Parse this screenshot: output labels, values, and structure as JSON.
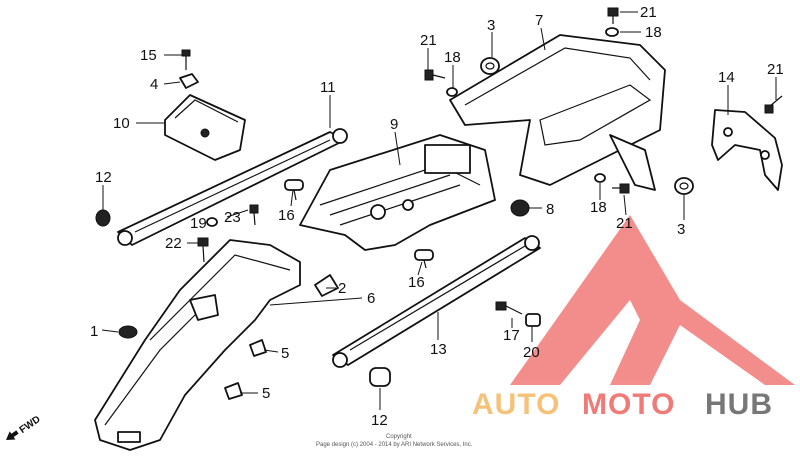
{
  "callouts": {
    "n1": "1",
    "n2": "2",
    "n3a": "3",
    "n3b": "3",
    "n4": "4",
    "n5a": "5",
    "n5b": "5",
    "n6": "6",
    "n7": "7",
    "n8": "8",
    "n9": "9",
    "n10": "10",
    "n11": "11",
    "n12a": "12",
    "n12b": "12",
    "n13": "13",
    "n14": "14",
    "n15": "15",
    "n16a": "16",
    "n16b": "16",
    "n17": "17",
    "n18a": "18",
    "n18b": "18",
    "n18c": "18",
    "n19": "19",
    "n20": "20",
    "n21a": "21",
    "n21b": "21",
    "n21c": "21",
    "n21d": "21",
    "n22": "22",
    "n23": "23"
  },
  "fwd_label": "FWD",
  "copyright": {
    "line1": "Copyright",
    "line2": "Page design (c) 2004 - 2014 by ARI Network Services, Inc."
  },
  "watermark": {
    "auto": "AUTO",
    "moto": "MOTO",
    "hub": "HUB"
  },
  "colors": {
    "watermark_red": "#f07a78",
    "watermark_orange": "#f5c27a",
    "watermark_grey": "#777777",
    "line": "#111111"
  }
}
